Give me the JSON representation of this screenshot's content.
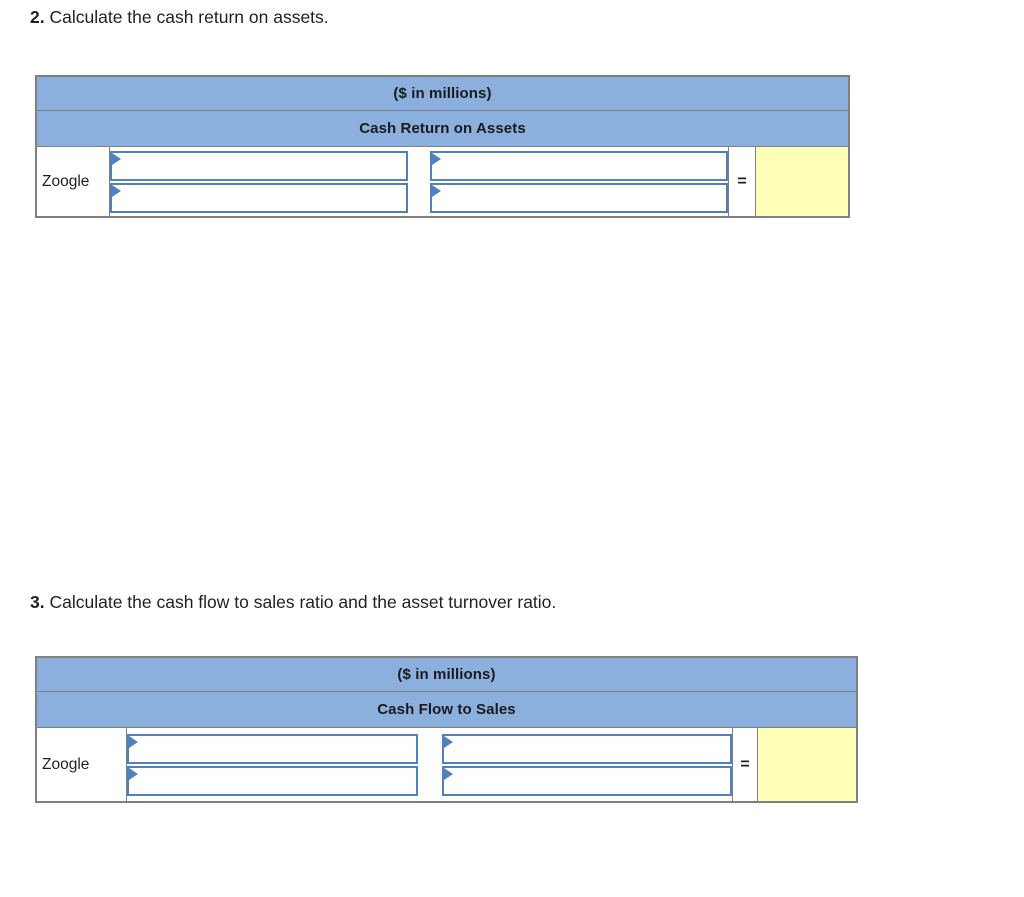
{
  "questions": [
    {
      "number": "2.",
      "text": " Calculate the cash return on assets."
    },
    {
      "number": "3.",
      "text": " Calculate the cash flow to sales ratio and the asset turnover ratio."
    }
  ],
  "tables": [
    {
      "units_header": "($ in millions)",
      "metric_header": "Cash Return on Assets",
      "row_label": "Zoogle",
      "numerator_1": "",
      "denominator_1": "",
      "numerator_2": "",
      "denominator_2": "",
      "equals_sign": "=",
      "result": ""
    },
    {
      "units_header": "($ in millions)",
      "metric_header": "Cash Flow to Sales",
      "row_label": "Zoogle",
      "numerator_1": "",
      "denominator_1": "",
      "numerator_2": "",
      "denominator_2": "",
      "equals_sign": "=",
      "result": ""
    }
  ],
  "colors": {
    "header_blue": "#8CB0DE",
    "outer_border_grey": "#808080",
    "input_border_blue": "#4F81BD",
    "result_yellow": "#FFFFB8",
    "text": "#231f20"
  },
  "icons": {
    "dropdown_caret": "dropdown-caret-icon"
  }
}
